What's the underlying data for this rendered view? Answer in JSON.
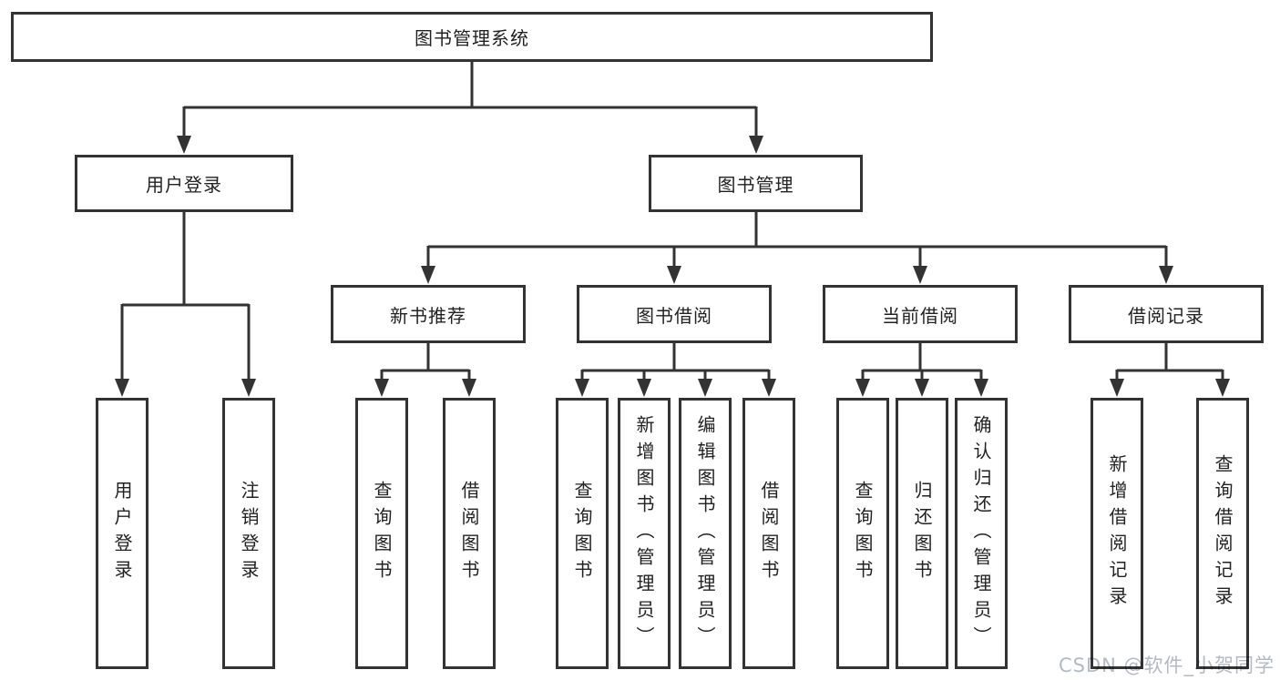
{
  "root": {
    "label": "图书管理系统"
  },
  "branches": [
    {
      "label": "用户登录",
      "children": [
        {
          "label": "用户登录"
        },
        {
          "label": "注销登录"
        }
      ]
    },
    {
      "label": "图书管理",
      "children": [
        {
          "label": "新书推荐",
          "children": [
            {
              "label": "查询图书"
            },
            {
              "label": "借阅图书"
            }
          ]
        },
        {
          "label": "图书借阅",
          "children": [
            {
              "label": "查询图书"
            },
            {
              "label": "新增图书（管理员）"
            },
            {
              "label": "编辑图书（管理员）"
            },
            {
              "label": "借阅图书"
            }
          ]
        },
        {
          "label": "当前借阅",
          "children": [
            {
              "label": "查询图书"
            },
            {
              "label": "归还图书"
            },
            {
              "label": "确认归还（管理员）"
            }
          ]
        },
        {
          "label": "借阅记录",
          "children": [
            {
              "label": "新增借阅记录"
            },
            {
              "label": "查询借阅记录"
            }
          ]
        }
      ]
    }
  ],
  "watermark": {
    "text": "CSDN @软件_小贺同学"
  },
  "colors": {
    "line_color": "#333333",
    "text_color": "#222222",
    "box_bg": "#ffffff",
    "watermark_color": "#b3bac4"
  }
}
